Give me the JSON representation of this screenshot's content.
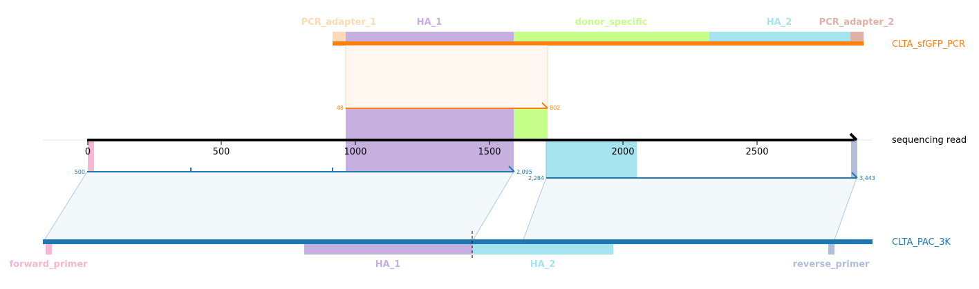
{
  "colors": {
    "orange": "#ff7f0e",
    "blue": "#1f77b4",
    "black": "#000000",
    "pcr_adapter_1": "#fdd9b5",
    "pcr_adapter_2": "#dfb2a5",
    "ha_1": "#c5b0e0",
    "donor_specific": "#c5ff8a",
    "ha_2": "#a5e4ef",
    "forward_primer": "#f7b6d2",
    "reverse_primer": "#b0bfdc"
  },
  "tracks": {
    "pcr": {
      "label": "CLTA_sfGFP_PCR"
    },
    "read": {
      "label": "sequencing read"
    },
    "ref": {
      "label": "CLTA_PAC_3K"
    }
  },
  "pcr_features": [
    {
      "label": "PCR_adapter_1",
      "color_key": "pcr_adapter_1"
    },
    {
      "label": "HA_1",
      "color_key": "ha_1"
    },
    {
      "label": "donor_specific",
      "color_key": "donor_specific"
    },
    {
      "label": "HA_2",
      "color_key": "ha_2"
    },
    {
      "label": "PCR_adapter_2",
      "color_key": "pcr_adapter_2"
    }
  ],
  "ref_features": [
    {
      "label": "forward_primer",
      "color_key": "forward_primer"
    },
    {
      "label": "HA_1",
      "color_key": "ha_1"
    },
    {
      "label": "HA_2",
      "color_key": "ha_2"
    },
    {
      "label": "reverse_primer",
      "color_key": "reverse_primer"
    }
  ],
  "axis": {
    "ticks": [
      "0",
      "500",
      "1000",
      "1500",
      "2000",
      "2500"
    ]
  },
  "alignments": {
    "pcr_to_read": {
      "start_label": "48",
      "end_label": "802"
    },
    "ref_to_read_1": {
      "start_label": "500",
      "end_label": "2,095"
    },
    "ref_to_read_2": {
      "start_label": "2,284",
      "end_label": "3,443"
    }
  }
}
